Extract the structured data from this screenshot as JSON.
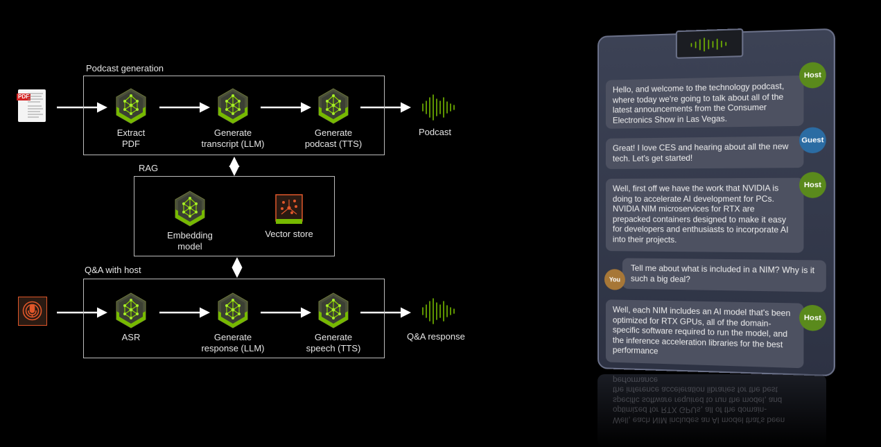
{
  "groups": {
    "podcast": "Podcast generation",
    "rag": "RAG",
    "qa": "Q&A with host"
  },
  "nodes": {
    "extract": "Extract\nPDF",
    "transcript": "Generate\ntranscript (LLM)",
    "podcast_tts": "Generate\npodcast (TTS)",
    "embedding": "Embedding\nmodel",
    "vector": "Vector store",
    "asr": "ASR",
    "response": "Generate\nresponse (LLM)",
    "speech": "Generate\nspeech (TTS)"
  },
  "outputs": {
    "podcast": "Podcast",
    "qa": "Q&A response"
  },
  "pdf_icon_text": "PDF",
  "chat": [
    {
      "speaker": "Host",
      "text": "Hello, and welcome to the technology podcast, where today we're going to talk about all of the latest announcements from the Consumer Electronics Show in Las Vegas."
    },
    {
      "speaker": "Guest",
      "text": "Great! I love CES and hearing about all the new tech. Let's get started!"
    },
    {
      "speaker": "Host",
      "text": "Well, first off we have the work that NVIDIA is doing to accelerate AI development for PCs. NVIDIA NIM microservices for RTX are prepacked containers designed to make it easy for developers and enthusiasts to incorporate AI into their projects."
    },
    {
      "speaker": "You",
      "text": "Tell me about what is included in a NIM? Why is it such a big deal?"
    },
    {
      "speaker": "Host",
      "text": "Well, each NIM includes an AI model that's been optimized for RTX GPUs, all of the domain-specific software required to run the model, and the inference acceleration libraries for the best performance"
    }
  ],
  "colors": {
    "nvidia_green": "#76b900",
    "host": "#5a8a1c",
    "guest": "#2b6ca3",
    "you": "#a77737",
    "vector_orange": "#e0572a"
  }
}
